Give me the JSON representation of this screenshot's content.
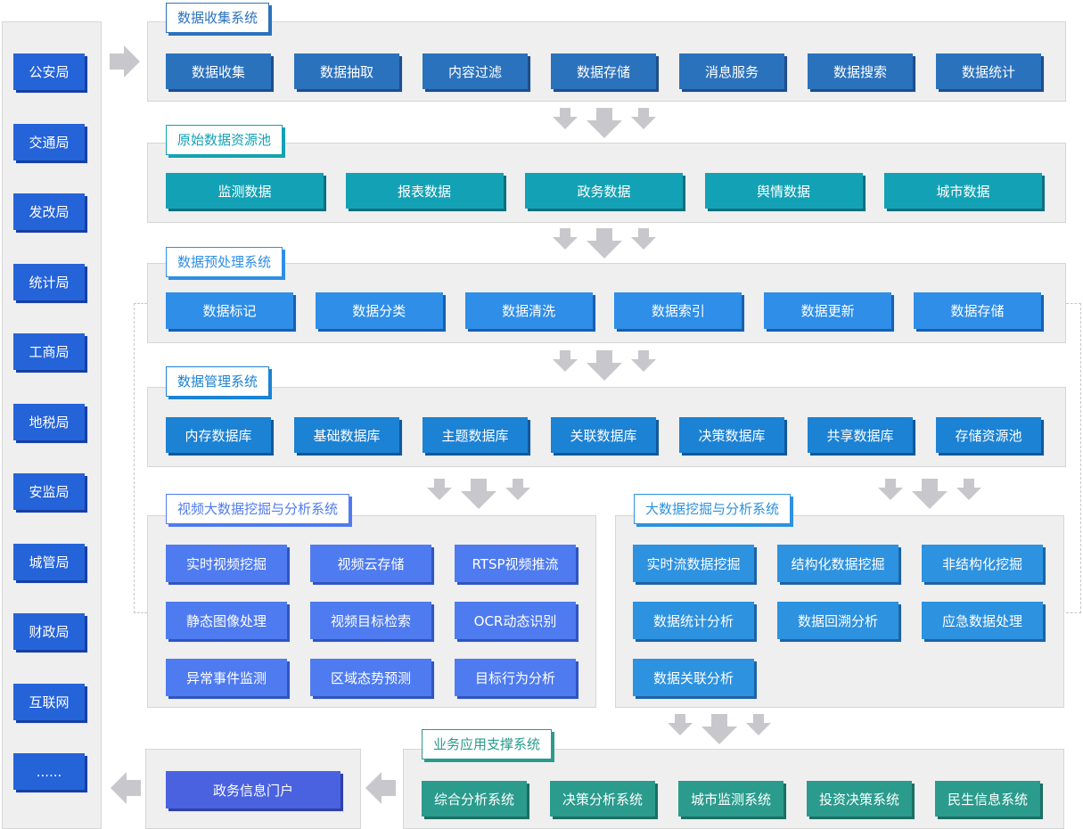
{
  "agencies": [
    "公安局",
    "交通局",
    "发改局",
    "统计局",
    "工商局",
    "地税局",
    "安监局",
    "城管局",
    "财政局",
    "互联网",
    "......"
  ],
  "collection": {
    "title": "数据收集系统",
    "items": [
      "数据收集",
      "数据抽取",
      "内容过滤",
      "数据存储",
      "消息服务",
      "数据搜索",
      "数据统计"
    ]
  },
  "raw_pool": {
    "title": "原始数据资源池",
    "items": [
      "监测数据",
      "报表数据",
      "政务数据",
      "舆情数据",
      "城市数据"
    ]
  },
  "preprocess": {
    "title": "数据预处理系统",
    "items": [
      "数据标记",
      "数据分类",
      "数据清洗",
      "数据索引",
      "数据更新",
      "数据存储"
    ]
  },
  "management": {
    "title": "数据管理系统",
    "items": [
      "内存数据库",
      "基础数据库",
      "主题数据库",
      "关联数据库",
      "决策数据库",
      "共享数据库",
      "存储资源池"
    ]
  },
  "video": {
    "title": "视频大数据挖掘与分析系统",
    "items": [
      "实时视频挖掘",
      "视频云存储",
      "RTSP视频推流",
      "静态图像处理",
      "视频目标检索",
      "OCR动态识别",
      "异常事件监测",
      "区域态势预测",
      "目标行为分析"
    ]
  },
  "bigdata": {
    "title": "大数据挖掘与分析系统",
    "items": [
      "实时流数据挖掘",
      "结构化数据挖掘",
      "非结构化挖掘",
      "数据统计分析",
      "数据回溯分析",
      "应急数据处理",
      "数据关联分析"
    ]
  },
  "support": {
    "title": "业务应用支撑系统",
    "items": [
      "综合分析系统",
      "决策分析系统",
      "城市监测系统",
      "投资决策系统",
      "民生信息系统"
    ]
  },
  "portal": {
    "label": "政务信息门户"
  },
  "colors": {
    "agency": "#2563d9",
    "collection": "#2b72bd",
    "raw_pool": "#13a2b5",
    "preprocess": "#2e8ee8",
    "management": "#1c82d4",
    "video": "#4f7bf0",
    "bigdata": "#2d92e0",
    "portal": "#4a62e0",
    "support": "#2a9b8c",
    "arrow": "#c8c8cc",
    "panel": "#efefef"
  }
}
